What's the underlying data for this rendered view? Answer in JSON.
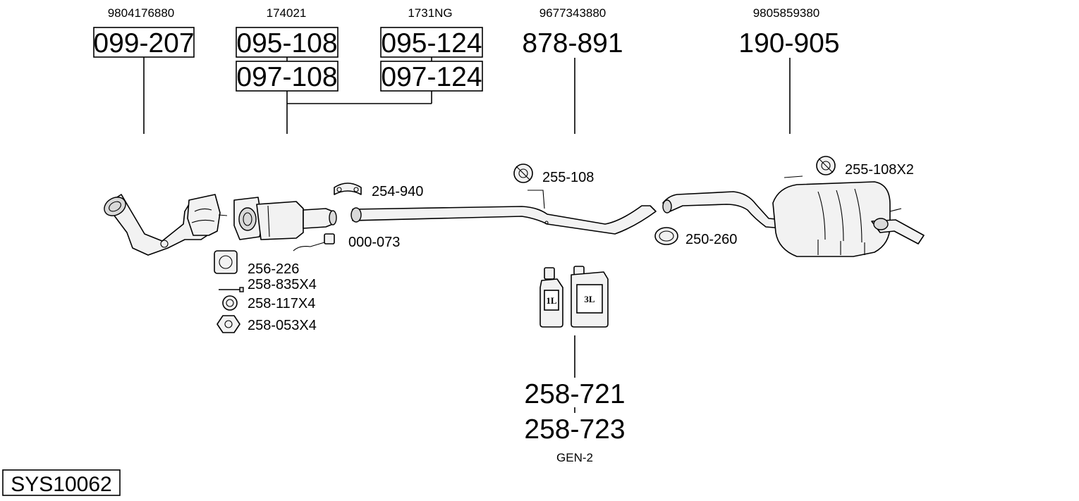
{
  "oem_numbers": {
    "front_pipe": "9804176880",
    "catalyst": "174021",
    "catalyst_alt": "1731NG",
    "middle_pipe": "9677343880",
    "rear_silencer": "9805859380"
  },
  "part_numbers": {
    "front_pipe": "099-207",
    "catalyst_a": "095-108",
    "catalyst_b": "097-108",
    "catalyst_c": "095-124",
    "catalyst_d": "097-124",
    "middle_pipe": "878-891",
    "rear_silencer": "190-905",
    "assembly_paste_a": "258-721",
    "assembly_paste_b": "258-723"
  },
  "accessories": {
    "clamp": "254-940",
    "sensor": "000-073",
    "gasket": "256-226",
    "bolt": "258-835X4",
    "washer": "258-117X4",
    "nut": "258-053X4",
    "rubber_mount": "255-108",
    "rubber_mount_rear": "255-108X2",
    "clamp_rear": "250-260"
  },
  "cans": {
    "small": "1L",
    "large": "3L"
  },
  "paste_variant": "GEN-2",
  "system_code": "SYS10062",
  "colors": {
    "line": "#000000",
    "background": "#ffffff",
    "part_fill": "#f2f2f2"
  }
}
